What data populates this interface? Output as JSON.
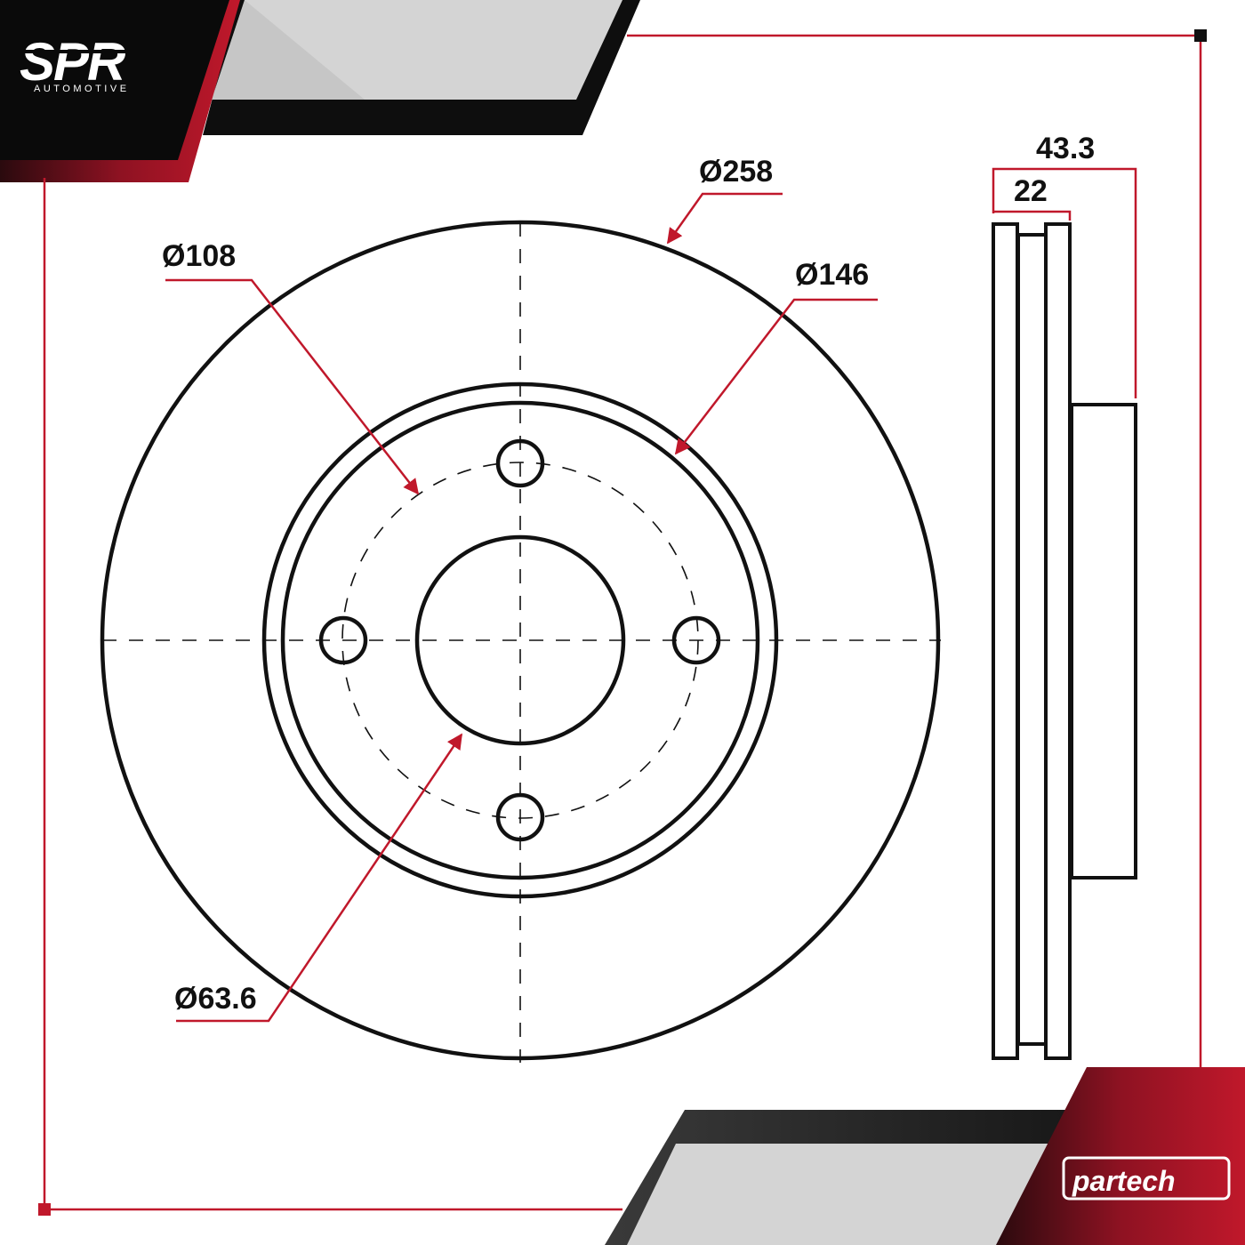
{
  "brand": {
    "logo_text": "SPR",
    "logo_subtext": "AUTOMOTIVE",
    "partner_logo_text": "partech"
  },
  "front_view": {
    "outer_diameter_label": "Ø258",
    "hub_diameter_label": "Ø146",
    "bolt_circle_label": "Ø108",
    "center_bore_label": "Ø63.6"
  },
  "side_view": {
    "overall_height_label": "43.3",
    "disc_thickness_label": "22"
  },
  "colors": {
    "accent": "#c0182b",
    "dark": "#111111",
    "light_gray": "#d4d4d4"
  }
}
